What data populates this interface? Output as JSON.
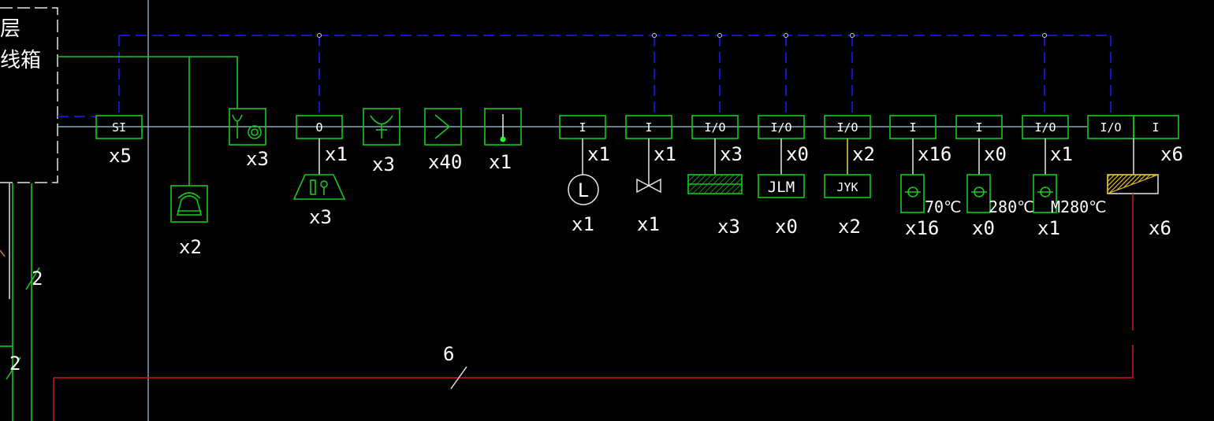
{
  "panel": {
    "label_line1": "层",
    "label_line2": "线箱"
  },
  "bus_modules": [
    {
      "id": "m-si",
      "text": "SI",
      "count": "x5"
    },
    {
      "id": "m-o",
      "text": "O",
      "count": "x1"
    },
    {
      "id": "m-i1",
      "text": "I",
      "count": "x1"
    },
    {
      "id": "m-i2",
      "text": "I",
      "count": "x1"
    },
    {
      "id": "m-io1",
      "text": "I/O",
      "count": "x3"
    },
    {
      "id": "m-io2",
      "text": "I/O",
      "count": "x0"
    },
    {
      "id": "m-io3",
      "text": "I/O",
      "count": "x2"
    },
    {
      "id": "m-i3",
      "text": "I",
      "count": "x16"
    },
    {
      "id": "m-i4",
      "text": "I",
      "count": "x0"
    },
    {
      "id": "m-io4",
      "text": "I/O",
      "count": "x1"
    },
    {
      "id": "m-io5",
      "text": "I/O",
      "count": ""
    },
    {
      "id": "m-i5",
      "text": "I",
      "count": "x6"
    }
  ],
  "devices": {
    "phone": {
      "count": "x2"
    },
    "handset": {
      "count": "x3"
    },
    "speaker": {
      "count": "x3"
    },
    "outlet": {
      "count": "x3"
    },
    "smoke": {
      "count": "x40"
    },
    "button": {
      "count": "x1"
    },
    "level": {
      "text": "L",
      "count": "x1"
    },
    "valve": {
      "count": "x1"
    },
    "hatch": {
      "count": "x3"
    },
    "jlm": {
      "text": "JLM",
      "count": "x0"
    },
    "jyk": {
      "text": "JYK",
      "count": "x2"
    },
    "damper1": {
      "text": "70℃",
      "count": "x16"
    },
    "damper2": {
      "text": "280℃",
      "count": "x0"
    },
    "damper3": {
      "text": "M280℃",
      "count": "x1"
    },
    "shutter": {
      "count": "x6"
    }
  },
  "left_bus": {
    "label_a": "2",
    "label_b": "2"
  },
  "red_loop": {
    "label": "6"
  },
  "colors": {
    "background": "#000000",
    "device_green": "#16c81a",
    "control_blue": "#1a1aff",
    "power_red": "#d11717",
    "hatch_yellow": "#e8c21a",
    "led_green": "#22ff22",
    "text": "#ffffff"
  }
}
